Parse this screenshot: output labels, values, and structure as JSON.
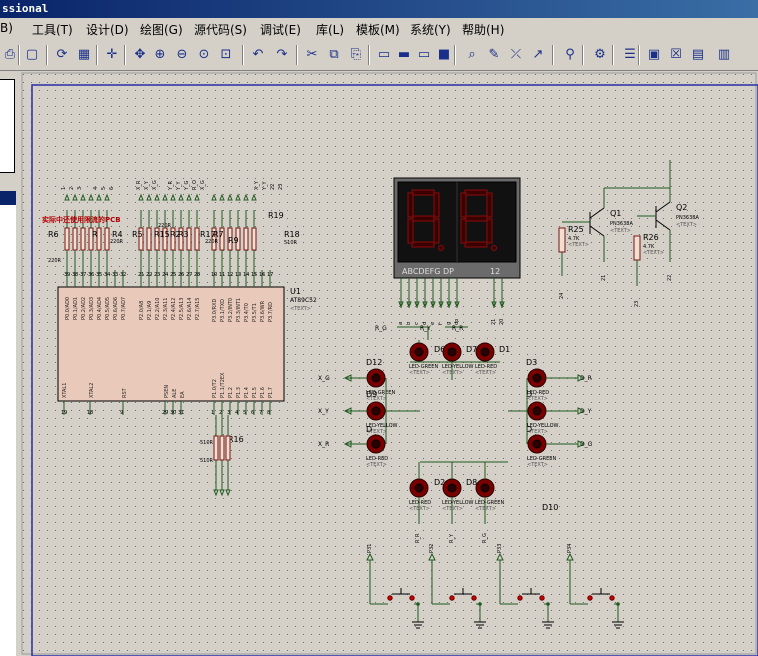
{
  "title": "ssional",
  "menu": [
    "B)",
    "工具(T)",
    "设计(D)",
    "绘图(G)",
    "源代码(S)",
    "调试(E)",
    "库(L)",
    "模板(M)",
    "系统(Y)",
    "帮助(H)"
  ],
  "toolbar_icons": [
    "print-icon",
    "page-icon",
    "refresh-icon",
    "grid-icon",
    "origin-icon",
    "pan-icon",
    "zoom-in-icon",
    "zoom-out-icon",
    "zoom-all-icon",
    "zoom-area-icon",
    "undo-icon",
    "redo-icon",
    "cut-icon",
    "copy-icon",
    "paste-icon",
    "block-copy-icon",
    "block-move-icon",
    "block-rotate-icon",
    "block-delete-icon",
    "pick-device-icon",
    "make-device-icon",
    "decompose-icon",
    "wire-autoroute-icon",
    "search-icon",
    "property-tool-icon",
    "design-explorer-icon",
    "new-sheet-icon",
    "remove-sheet-icon",
    "netlist-icon",
    "bom-icon"
  ],
  "schematic": {
    "mcu": {
      "ref": "U1",
      "part": "AT89C52",
      "text": "<TEXT>",
      "p0_pins": [
        "P0.0/AD0",
        "P0.1/AD1",
        "P0.2/AD2",
        "P0.3/AD3",
        "P0.4/AD4",
        "P0.5/AD5",
        "P0.6/AD6",
        "P0.7/AD7"
      ],
      "p2_pins": [
        "P2.0/A8",
        "P2.1/A9",
        "P2.2/A10",
        "P2.3/A11",
        "P2.4/A12",
        "P2.5/A13",
        "P2.6/A14",
        "P2.7/A15"
      ],
      "p3_pins": [
        "P3.0/RXD",
        "P3.1/TXD",
        "P3.2/INT0",
        "P3.3/INT1",
        "P3.4/T0",
        "P3.5/T1",
        "P3.6/WR",
        "P3.7/RD"
      ],
      "bottom_left": [
        "XTAL1",
        "XTAL2",
        "RST",
        "PSEN",
        "ALE",
        "EA"
      ],
      "p1_pins": [
        "P1.0/T2",
        "P1.1/T2EX",
        "P1.2",
        "P1.3",
        "P1.4",
        "P1.5",
        "P1.6",
        "P1.7"
      ],
      "top_nums": [
        "39",
        "38",
        "37",
        "36",
        "35",
        "34",
        "33",
        "32",
        "21",
        "22",
        "23",
        "24",
        "25",
        "26",
        "27",
        "28",
        "10",
        "11",
        "12",
        "13",
        "14",
        "15",
        "16",
        "17"
      ],
      "bottom_nums": [
        "19",
        "18",
        "9",
        "29",
        "30",
        "31",
        "1",
        "2",
        "3",
        "4",
        "5",
        "6",
        "7",
        "8"
      ]
    },
    "warning_text": "实际中还使用限流的PCB",
    "resistor_refs": [
      "R6",
      "R",
      "R4",
      "R5",
      "R15",
      "R2",
      "R3",
      "R17",
      "R7",
      "R19",
      "R18",
      "R9",
      "R16"
    ],
    "resistor_values": [
      "220R",
      "220R",
      "220R",
      "220R",
      "510R",
      "510R",
      "510R"
    ],
    "top_nets": [
      "1",
      "2",
      "3",
      "4",
      "5",
      "6",
      "X_R",
      "X_Y",
      "X_G",
      "Y_R",
      "Y_Y",
      "Y_G",
      "R_O",
      "X_G",
      "X_Y",
      "Y_Y",
      "22",
      "23"
    ],
    "display": {
      "segments_label": "ABCDEFG  DP",
      "digit_label": "12"
    },
    "display_pins": [
      "a",
      "b",
      "c",
      "d",
      "e",
      "f",
      "g",
      "dp",
      "21",
      "20"
    ],
    "transistors": [
      {
        "ref": "Q1",
        "part": "PN3638A",
        "text": "<TEXT>"
      },
      {
        "ref": "Q2",
        "part": "PN3638A",
        "text": "<TEXT>"
      }
    ],
    "base_resistors": [
      {
        "ref": "R25",
        "value": "4.7K",
        "text": "<TEXT>"
      },
      {
        "ref": "R26",
        "value": "4.7K",
        "text": "<TEXT>"
      }
    ],
    "transistor_nets": [
      "24",
      "21",
      "23",
      "22"
    ],
    "leds": [
      {
        "ref": "D12",
        "label": "LED-GREEN"
      },
      {
        "ref": "D9",
        "label": "LED-YELLOW"
      },
      {
        "ref": "D",
        "label": "LED-RED"
      },
      {
        "ref": "D6",
        "label": "LED-GREEN"
      },
      {
        "ref": "D7",
        "label": "LED-YELLOW"
      },
      {
        "ref": "D1",
        "label": "LED-RED"
      },
      {
        "ref": "D3",
        "label": "LED-RED"
      },
      {
        "ref": "D",
        "label": "LED-YELLOW"
      },
      {
        "ref": "D",
        "label": "LED-GREEN"
      },
      {
        "ref": "D2",
        "label": "LED-RED"
      },
      {
        "ref": "D8",
        "label": "LED-YELLOW"
      },
      {
        "ref": "D10",
        "label": "LED-GREEN"
      }
    ],
    "led_text": "<TEXT>",
    "led_nets": [
      "R_G",
      "R_Y",
      "R_R",
      "X_G",
      "X_Y",
      "X_R",
      "D_R",
      "D_Y",
      "D_G",
      "R_R",
      "R_Y",
      "R_G"
    ],
    "button_nets": [
      "P31",
      "P32",
      "P33",
      "P34"
    ]
  }
}
